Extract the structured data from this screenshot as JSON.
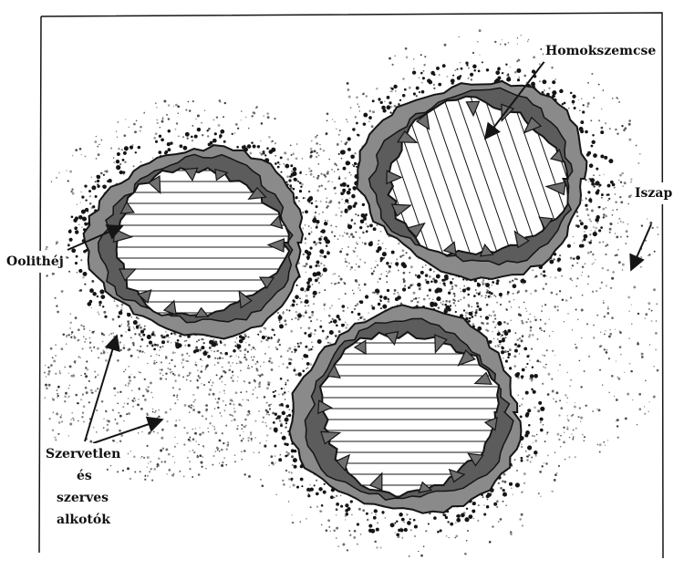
{
  "labels": {
    "grain": "Homokszemcse",
    "mud": "Iszap",
    "shell": "Oolithéj",
    "components_1": "Szervetlen",
    "components_2": "és",
    "components_3": "szerves",
    "components_4": "alkotók"
  },
  "colors": {
    "ink": "#151515",
    "rim_fill": "#8a8a8a",
    "grain_fill": "#ffffff",
    "background": "#ffffff"
  }
}
